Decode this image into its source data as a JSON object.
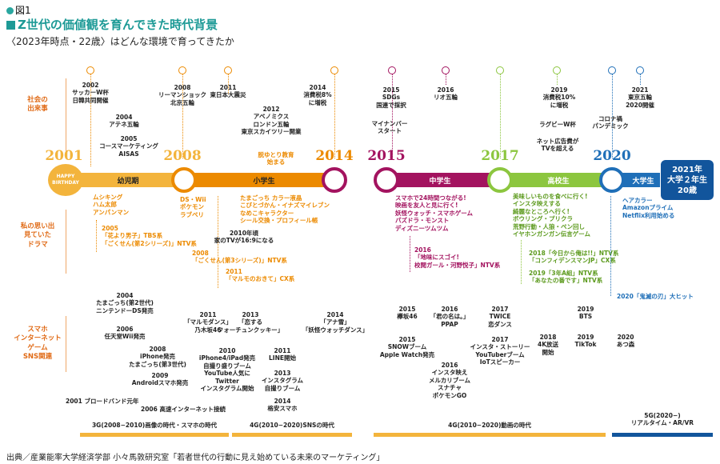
{
  "figure_label": "図1",
  "title": "Z世代の価値観を育んできた時代背景",
  "subtitle": "〈2023年時点・22歳〉はどんな環境で育ってきたか",
  "source": "出典／産業能率大学経済学部 小々馬敦研究室「若者世代の行動に見え始めている未来のマーケティング」",
  "colors": {
    "orange": "#ec8a00",
    "yellow": "#f3b43c",
    "purple": "#a3135f",
    "green": "#8cc63f",
    "blue": "#1f6fb8",
    "navy": "#12559c"
  },
  "categories": {
    "society": "社会の\n出来事",
    "drama": "私の思い出\n見ていた\nドラマ",
    "sns": "スマホ\nインターネット\nゲーム\nSNS関連"
  },
  "milestones": {
    "y2001": "2001",
    "y2008": "2008",
    "y2014": "2014",
    "y2015": "2015",
    "y2017": "2017",
    "y2020": "2020",
    "birthday": "HAPPY\nBIRTHDAY",
    "final": "2021年\n大学２年生\n20歳"
  },
  "stages": {
    "infant": "幼児期",
    "elementary": "小学生",
    "middle": "中学生",
    "high": "高校生",
    "univ": "大学生"
  },
  "society_events": [
    {
      "text": "2002\nサッカーW杯\n日韓共同開催"
    },
    {
      "text": "2004\nアテネ五輪"
    },
    {
      "text": "2005\nコースマーケティング\nAISAS"
    },
    {
      "text": "2008\nリーマンショック\n北京五輪"
    },
    {
      "text": "2011\n東日本大震災"
    },
    {
      "text": "2012\nアベノミクス\nロンドン五輪\n東京スカイツリー開業"
    },
    {
      "text": "脱ゆとり教育\n始まる"
    },
    {
      "text": "2014\n消費税8%\nに増税"
    },
    {
      "text": "2015\nSDGs\n国連で採択"
    },
    {
      "text": "マイナンバー\nスタート"
    },
    {
      "text": "2016\nリオ五輪"
    },
    {
      "text": "2019\n消費税10%\nに増税"
    },
    {
      "text": "ラグビーW杯"
    },
    {
      "text": "ネット広告費が\nTVを超える"
    },
    {
      "text": "コロナ禍\nパンデミック"
    },
    {
      "text": "2021\n東京五輪\n2020開催"
    }
  ],
  "drama_items": {
    "infant_fav": "ムシキング\nハム太郎\nアンパンマン",
    "d2005": "2005\n「花より男子」TBS系\n「ごくせん(第2シリーズ)」NTV系",
    "elem_game": "DS・Wii\nポケモン\nラブベリ",
    "tv169": "2010年頃\n家のTVが16:9になる",
    "d2008": "2008\n「ごくせん(第3シリーズ)」NTV系",
    "d2011": "2011\n「マルモのおきて」CX系",
    "elem_fav": "たまごっち カラー液晶\nこびとづかん・イナズマイレブン\nなめこキャラクター\nシール交換・プロフィール帳",
    "middle_fav": "スマホで24時間つながる!\n映画を友人と見に行く!\n妖怪ウォッチ・スマホゲーム\nパズドラ・モンスト\nディズニーツムツム",
    "d2016": "2016\n「地味にスゴイ!\n校閲ガール・河野悦子」NTV系",
    "high_fav": "美味しいものを食べに行く!\nインスタ映えする\n綺麗なところへ行く!\nボウリング・プリクラ\n荒野行動・人狼・ペン回し\nイヤホンガンガン伝言ゲーム",
    "d2018": "2018「今日から俺は!!」NTV系\n「コンフィデンスマンJP」CX系",
    "d2019": "2019「3年A組」NTV系\n「あなたの番です」NTV系",
    "univ_fav": "ヘアカラー\nAmazonプライム\nNetflix利用始める",
    "d2020": "2020「鬼滅の刃」大ヒット"
  },
  "sns_items": [
    {
      "text": "2004\nたまごっち(第2世代)\nニンテンドーDS発売"
    },
    {
      "text": "2006\n任天堂Wii発売"
    },
    {
      "text": "2008\niPhone発売\nたまごっち(第3世代)"
    },
    {
      "text": "2009\nAndroidスマホ発売"
    },
    {
      "text": "2001 ブロードバンド元年"
    },
    {
      "text": "2006 高速インターネット接続"
    },
    {
      "text": "2011\n「マルモダンス」\n乃木坂46"
    },
    {
      "text": "2013\n「恋する\nフォーチュンクッキー」"
    },
    {
      "text": "2014\n「アナ雪」\n「妖怪ウォッチダンス」"
    },
    {
      "text": "2010\niPhone4/iPad発売\n自撮り盛りブーム\nYouTube人気に\nTwitter\nインスタグラム開始"
    },
    {
      "text": "2011\nLINE開始"
    },
    {
      "text": "2013\nインスタグラム\n自撮りブーム"
    },
    {
      "text": "2014\n格安スマホ"
    },
    {
      "text": "2015\n欅坂46"
    },
    {
      "text": "2016\n「君の名は。」\nPPAP"
    },
    {
      "text": "2017\nTWICE\n恋ダンス"
    },
    {
      "text": "2015\nSNOWブーム\nApple Watch発売"
    },
    {
      "text": "2016\nインスタ映え\nメルカリブーム\nスナチャ\nポケモンGO"
    },
    {
      "text": "2017\nインスタ・ストーリー\nYouTuberブーム\nIoTスピーカー"
    },
    {
      "text": "2018\n4K放送\n開始"
    },
    {
      "text": "2019\nBTS"
    },
    {
      "text": "2019\nTikTok"
    },
    {
      "text": "2020\nあつ森"
    }
  ],
  "network_generations": [
    {
      "label": "3G(2008−2010)画像の時代・スマホの時代"
    },
    {
      "label": "4G(2010−2020)SNSの時代"
    },
    {
      "label": "4G(2010−2020)動画の時代"
    },
    {
      "label": "5G(2020−)\nリアルタイム・AR/VR"
    }
  ]
}
